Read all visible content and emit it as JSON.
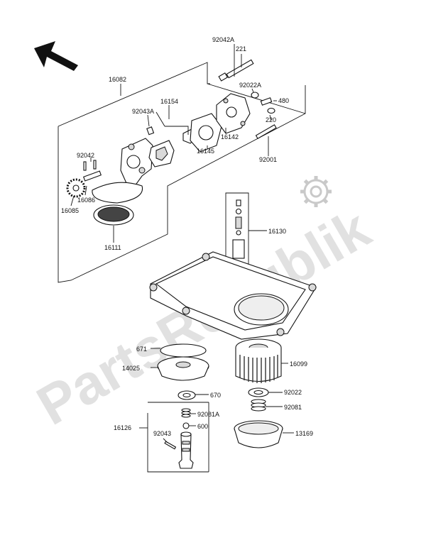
{
  "watermark": "PartsRepublik",
  "parts": [
    {
      "id": "92042A",
      "label": "92042A"
    },
    {
      "id": "221",
      "label": "221"
    },
    {
      "id": "16082",
      "label": "16082"
    },
    {
      "id": "92022A",
      "label": "92022A"
    },
    {
      "id": "480",
      "label": "480"
    },
    {
      "id": "16154",
      "label": "16154"
    },
    {
      "id": "92043A",
      "label": "92043A"
    },
    {
      "id": "220",
      "label": "220"
    },
    {
      "id": "16142",
      "label": "16142"
    },
    {
      "id": "16145",
      "label": "16145"
    },
    {
      "id": "92001",
      "label": "92001"
    },
    {
      "id": "92042",
      "label": "92042"
    },
    {
      "id": "16086",
      "label": "16086"
    },
    {
      "id": "16085",
      "label": "16085"
    },
    {
      "id": "16111",
      "label": "16111"
    },
    {
      "id": "16130",
      "label": "16130"
    },
    {
      "id": "671",
      "label": "671"
    },
    {
      "id": "14025",
      "label": "14025"
    },
    {
      "id": "16099",
      "label": "16099"
    },
    {
      "id": "670",
      "label": "670"
    },
    {
      "id": "92022",
      "label": "92022"
    },
    {
      "id": "92081",
      "label": "92081"
    },
    {
      "id": "16126",
      "label": "16126"
    },
    {
      "id": "92081A",
      "label": "92081A"
    },
    {
      "id": "92043",
      "label": "92043"
    },
    {
      "id": "600",
      "label": "600"
    },
    {
      "id": "13169",
      "label": "13169"
    }
  ]
}
